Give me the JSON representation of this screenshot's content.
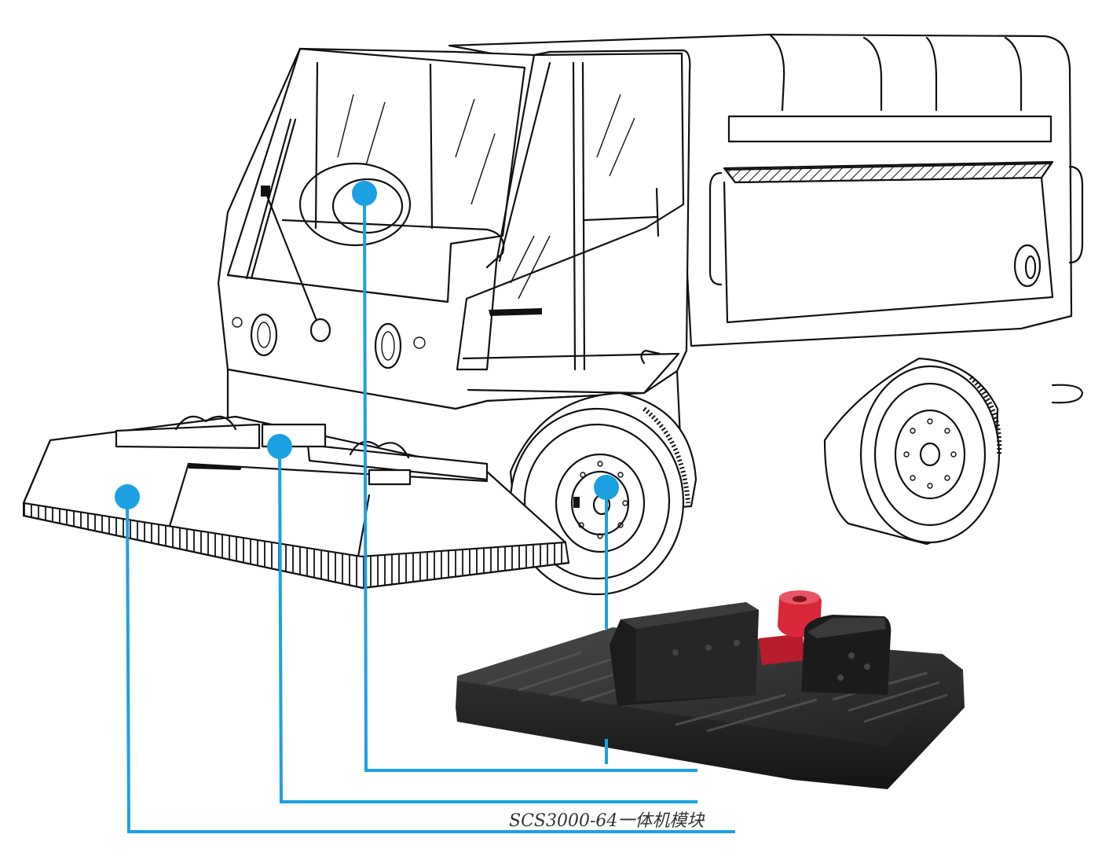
{
  "caption": "SCS3000-64一体机模块",
  "colors": {
    "connector": "#1ba1e2",
    "outline": "#111111",
    "module_body": "#2a2a2a",
    "module_plug": "#d8283a"
  },
  "icons": {
    "vehicle": "street-sweeper-drawing",
    "module": "controller-module-photo",
    "marker": "blue-dot"
  },
  "callouts": [
    "cab-steering-marker",
    "brush-assembly-marker",
    "front-brush-marker",
    "wheel-marker"
  ]
}
